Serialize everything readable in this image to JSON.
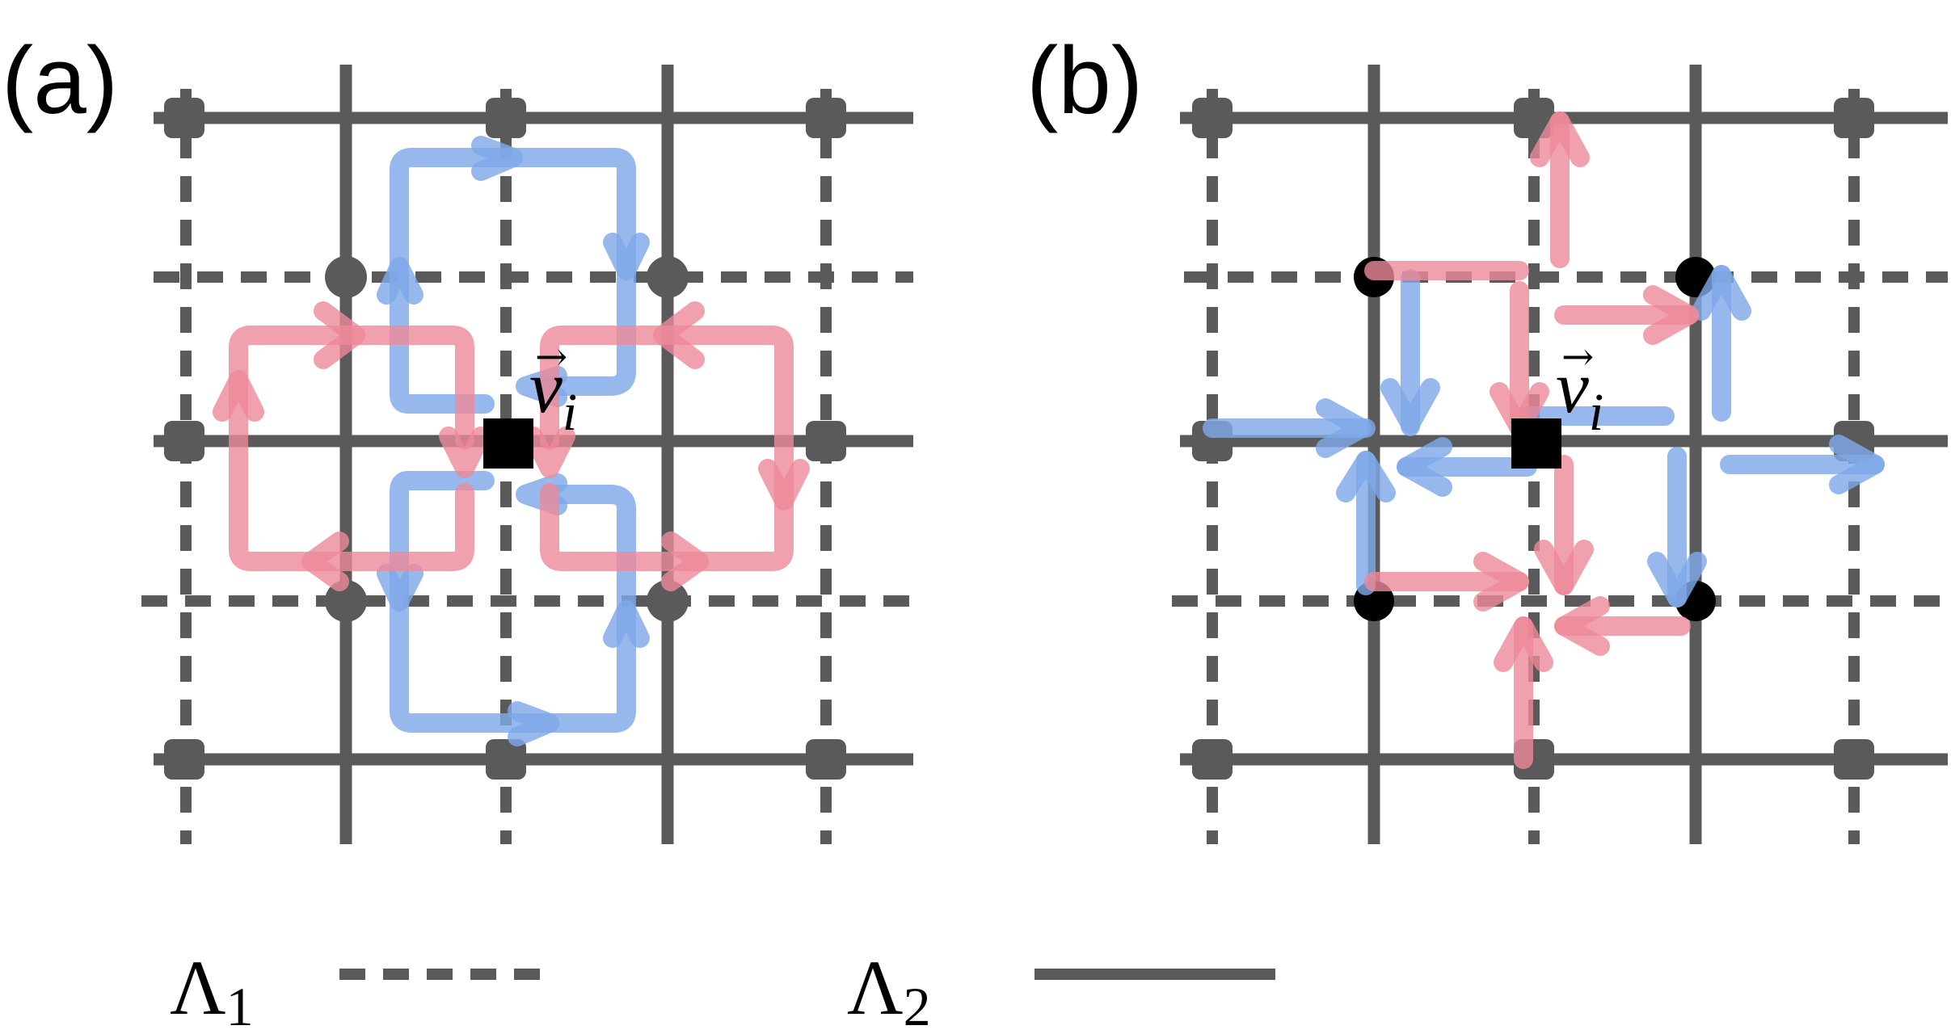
{
  "panels": [
    {
      "label": "(a)"
    },
    {
      "label": "(b)"
    }
  ],
  "vertex_label": "v",
  "vertex_subscript": "i",
  "vector_arrow": "→",
  "legend": {
    "lambda1": {
      "symbol": "Λ",
      "subscript": "1",
      "style": "dashed"
    },
    "lambda2": {
      "symbol": "Λ",
      "subscript": "2",
      "style": "solid"
    }
  },
  "colors": {
    "grid": "#5a5a5a",
    "blue": "#7fa8e8",
    "red": "#ee8a98",
    "vertex": "#000000"
  }
}
